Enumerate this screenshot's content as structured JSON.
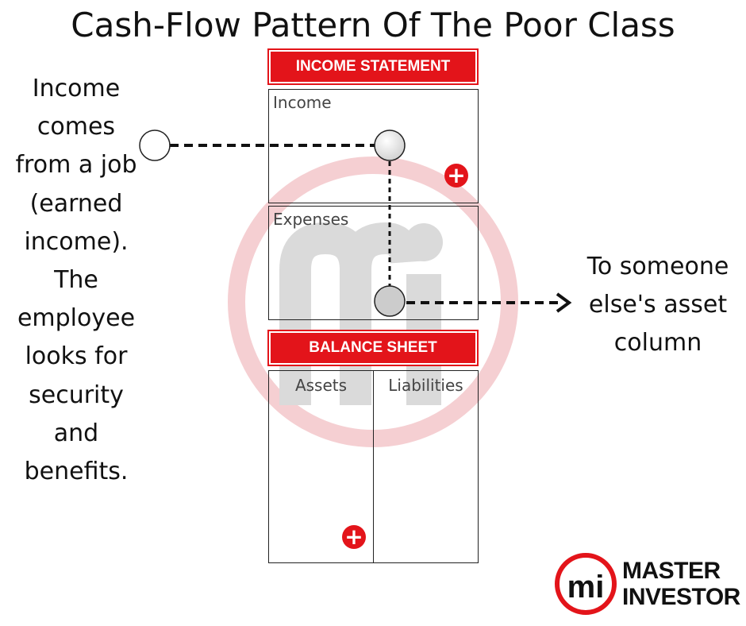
{
  "title": "Cash-Flow Pattern Of The Poor Class",
  "income_statement": {
    "header": "INCOME STATEMENT",
    "income_label": "Income",
    "expenses_label": "Expenses",
    "plus_symbol": "+"
  },
  "balance_sheet": {
    "header": "BALANCE SHEET",
    "assets_label": "Assets",
    "liabilities_label": "Liabilities",
    "plus_symbol": "+"
  },
  "left_note": "Income comes from a job (earned income). The employee looks for security and benefits.",
  "right_note": "To someone else's asset column",
  "brand": {
    "logo_letters": "mi",
    "line1": "MASTER",
    "line2": "INVESTOR"
  },
  "colors": {
    "accent_red": "#e3141a",
    "watermark_pink": "#f5cfd2",
    "watermark_gray": "#dcdcdc"
  }
}
